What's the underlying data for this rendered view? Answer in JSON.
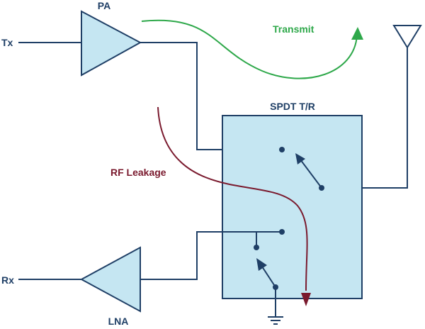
{
  "colors": {
    "wire": "#1f3f66",
    "fill": "#c5e6f2",
    "transmit": "#2ea84a",
    "leakage": "#7a1a2e"
  },
  "labels": {
    "pa": "PA",
    "lna": "LNA",
    "tx": "Tx",
    "rx": "Rx",
    "switch": "SPDT T/R",
    "transmit": "Transmit",
    "leakage": "RF Leakage"
  },
  "icons": {
    "antenna": "antenna-icon",
    "ground": "ground-icon",
    "amplifier": "triangle-amplifier-icon"
  }
}
